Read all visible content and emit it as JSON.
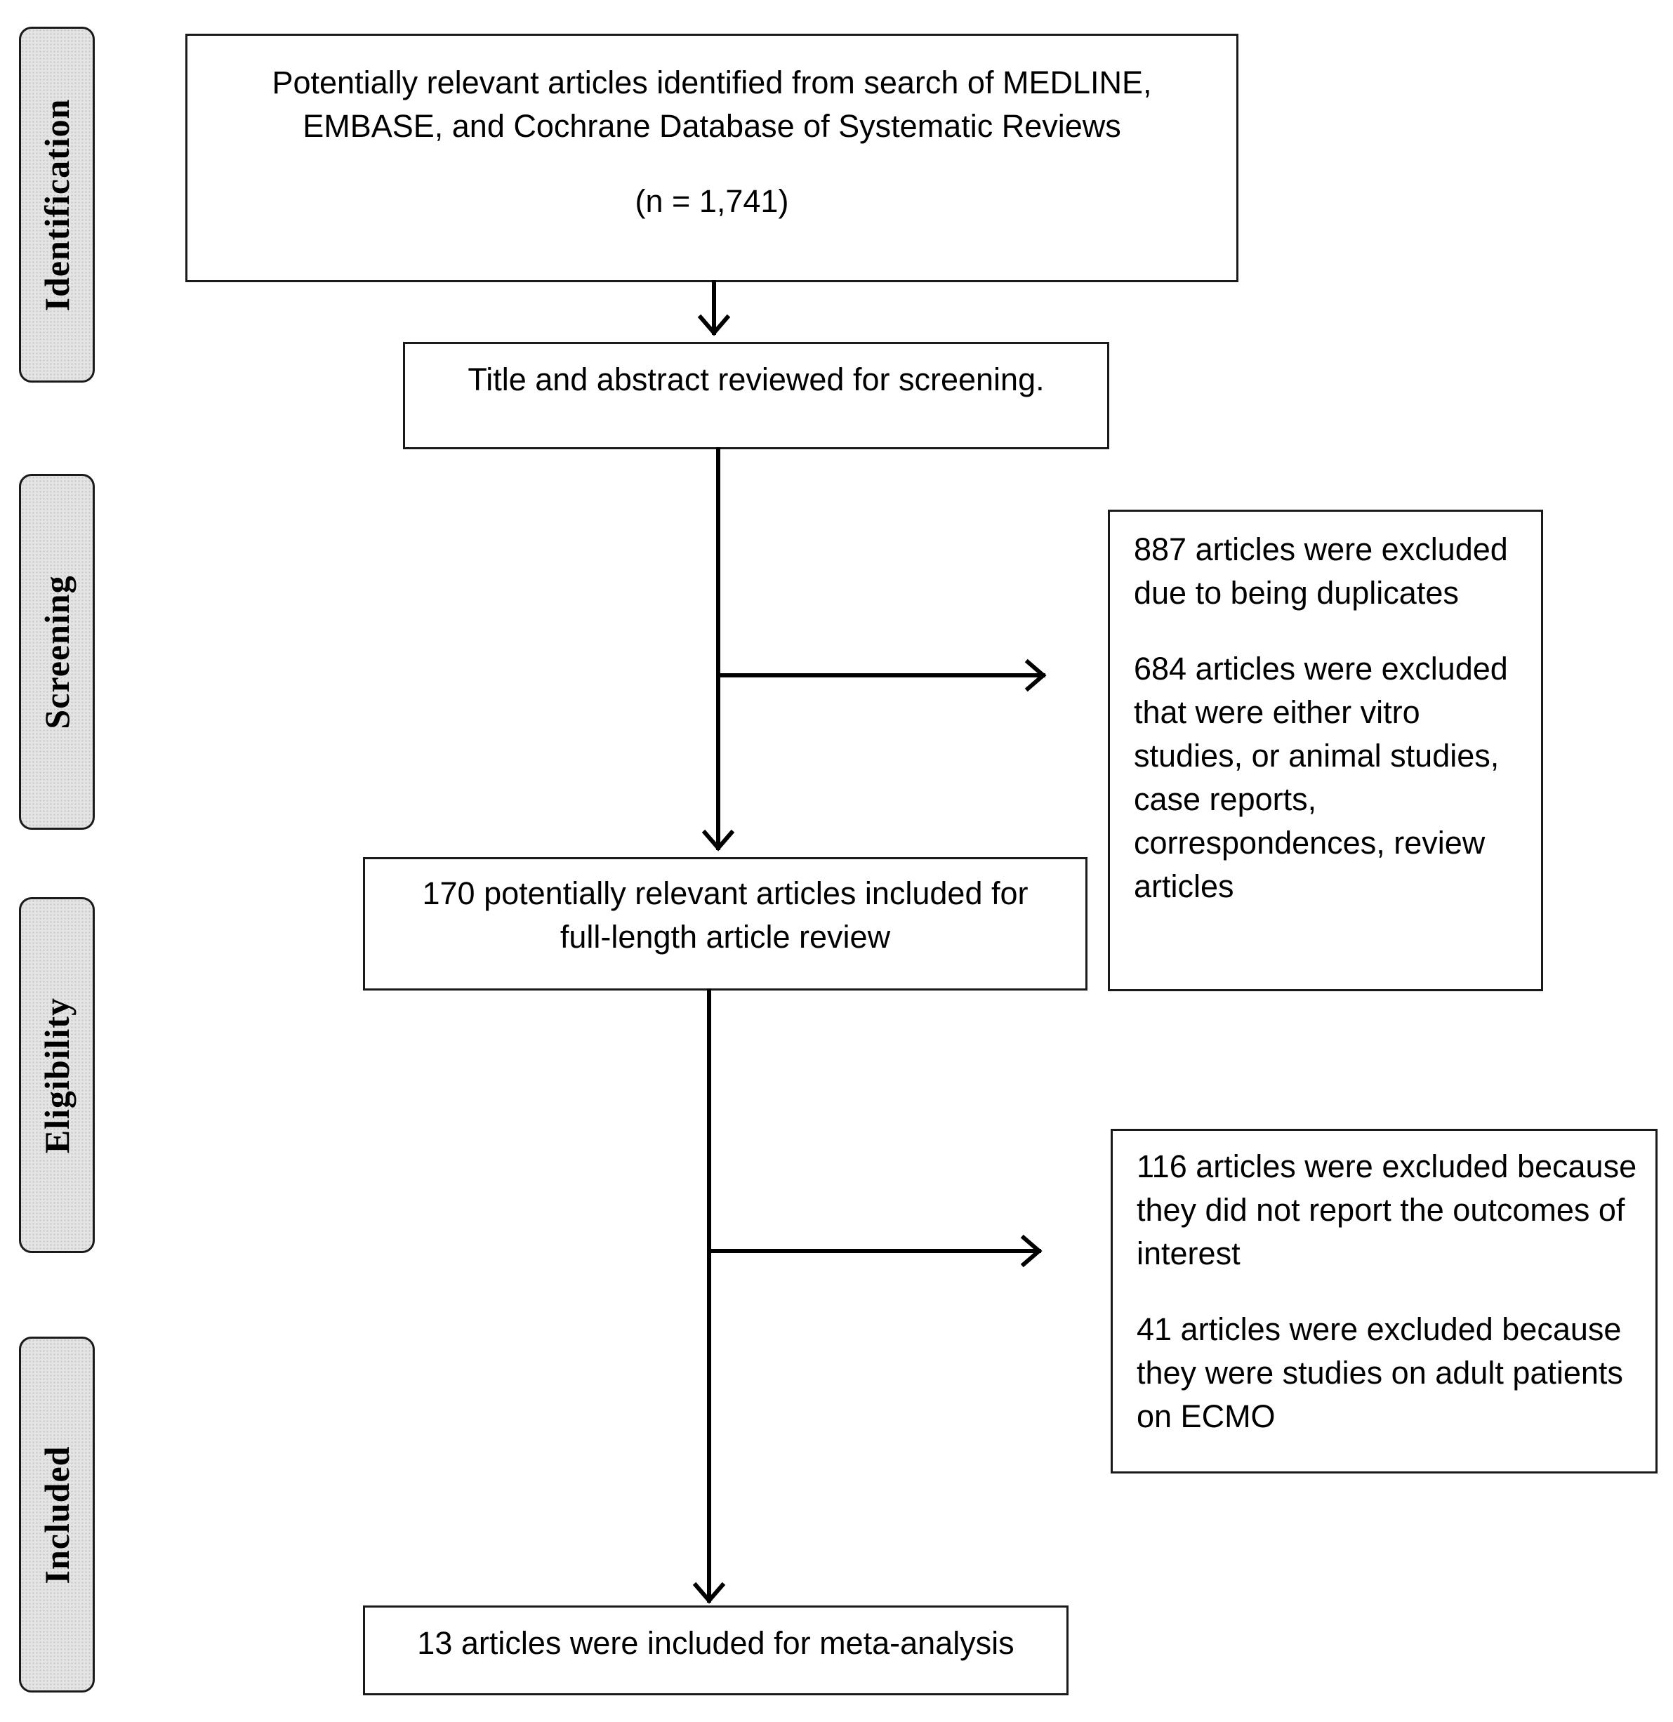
{
  "stages": {
    "identification": "Identification",
    "screening": "Screening",
    "eligibility": "Eligibility",
    "included": "Included"
  },
  "boxes": {
    "identified": {
      "line1": "Potentially relevant articles identified from search of MEDLINE,",
      "line2": "EMBASE, and Cochrane Database of Systematic Reviews",
      "count": "(n = 1,741)"
    },
    "screening": {
      "text": "Title and abstract reviewed for screening."
    },
    "full_text": {
      "line1": "170 potentially relevant articles included for",
      "line2": "full-length article review"
    },
    "included": {
      "text": "13 articles were included for meta-analysis"
    },
    "excluded_screening": {
      "para1": "887 articles were excluded due to being duplicates",
      "para2": "684 articles were excluded that were either vitro studies, or animal studies, case reports, correspondences, review articles"
    },
    "excluded_eligibility": {
      "para1": "116 articles were excluded because they did not report the outcomes of interest",
      "para2": "41 articles were excluded because they were studies on adult patients on ECMO"
    }
  }
}
